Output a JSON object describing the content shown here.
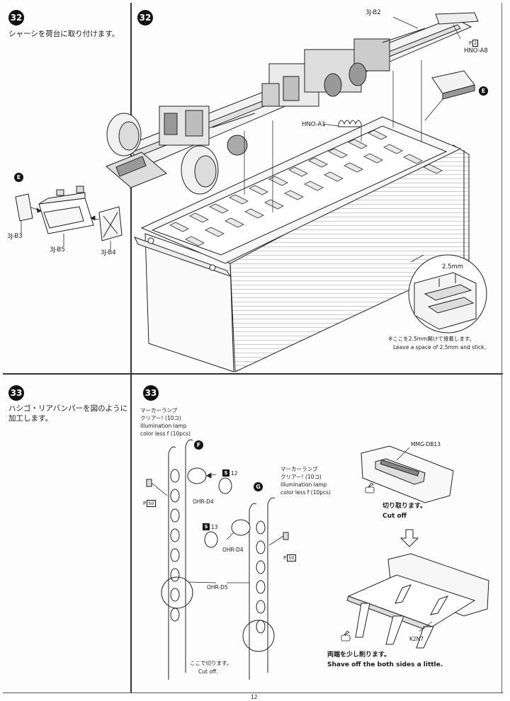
{
  "step32": {
    "number": "32",
    "text": "シャーシを荷台に取り付けます。",
    "number_right": "32",
    "parts": {
      "b2": "3J-B2",
      "hno_a8": "HNO-A8",
      "p_ref_a8": "P",
      "p_ref_a8_num": "2",
      "hno_a1": "HNO-A1",
      "e_marker": "E",
      "e_marker_left": "E",
      "b3": "3J-B3",
      "b5": "3J-B5",
      "b4": "3J-B4",
      "gap": "2.5mm"
    },
    "note_jp": "※ここを2.5mm開けて接着します。",
    "note_en": "Leave a space of 2.5mm and stick."
  },
  "step33": {
    "number": "33",
    "text": "ハシゴ・リアバンパーを図のように加工します。",
    "number_right": "33",
    "lamp1": {
      "jp1": "マーカーランプ",
      "jp2": "クリアー! (10コ)",
      "en1": "Illumination lamp",
      "en2": "color less f (10pcs)"
    },
    "lamp2": {
      "jp1": "マーカーランプ",
      "jp2": "クリアー! (10コ)",
      "en1": "Illumination lamp",
      "en2": "color less f (10pcs)"
    },
    "markers": {
      "f": "F",
      "g": "G"
    },
    "s12": "S",
    "s12_num": "12",
    "s13": "S",
    "s13_num": "13",
    "ohr_d4_a": "OHR-D4",
    "ohr_d4_b": "OHR-D4",
    "ohr_d5": "OHR-D5",
    "p_ref_1": "P",
    "p_ref_1_num": "50",
    "p_ref_2": "P",
    "p_ref_2_num": "50",
    "cut_here_jp": "ここで切ります。",
    "cut_here_en": "Cut off.",
    "mmg": "MMG-DB13",
    "cutoff_jp": "切り取ります。",
    "cutoff_en": "Cut off",
    "k2n7": "K2N7",
    "shave_jp": "両端を少し削ります。",
    "shave_en": "Shave off the both sides a little."
  },
  "footer": {
    "page": "12"
  }
}
